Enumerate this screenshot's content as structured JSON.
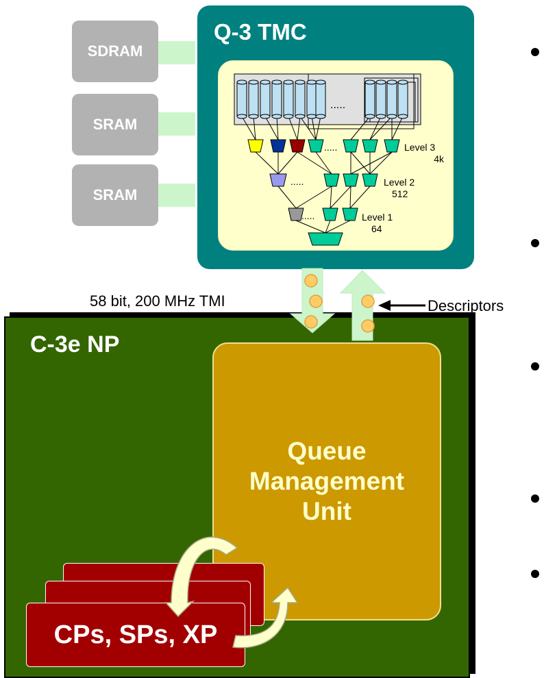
{
  "memories": [
    {
      "label": "SDRAM"
    },
    {
      "label": "SRAM"
    },
    {
      "label": "SRAM"
    }
  ],
  "tmc": {
    "title": "Q-3 TMC",
    "ellipsis": ".....",
    "levels": [
      {
        "name": "Level 3",
        "count": "4k"
      },
      {
        "name": "Level 2",
        "count": "512"
      },
      {
        "name": "Level 1",
        "count": "64"
      }
    ]
  },
  "interface": {
    "label": "58 bit, 200 MHz TMI",
    "descriptors_label": "Descriptors"
  },
  "np": {
    "title": "C-3e NP",
    "qmu_lines": [
      "Queue",
      "Management",
      "Unit"
    ],
    "processors_label": "CPs, SPs, XP"
  },
  "colors": {
    "tmc": "#00807f",
    "inner_panel": "#ffffcc",
    "queue_node": "#00cc99",
    "np_background": "#336600",
    "qmu": "#cc9900",
    "processor": "#a20000",
    "memory": "#b2b2b2",
    "link": "#ccf5cc"
  }
}
